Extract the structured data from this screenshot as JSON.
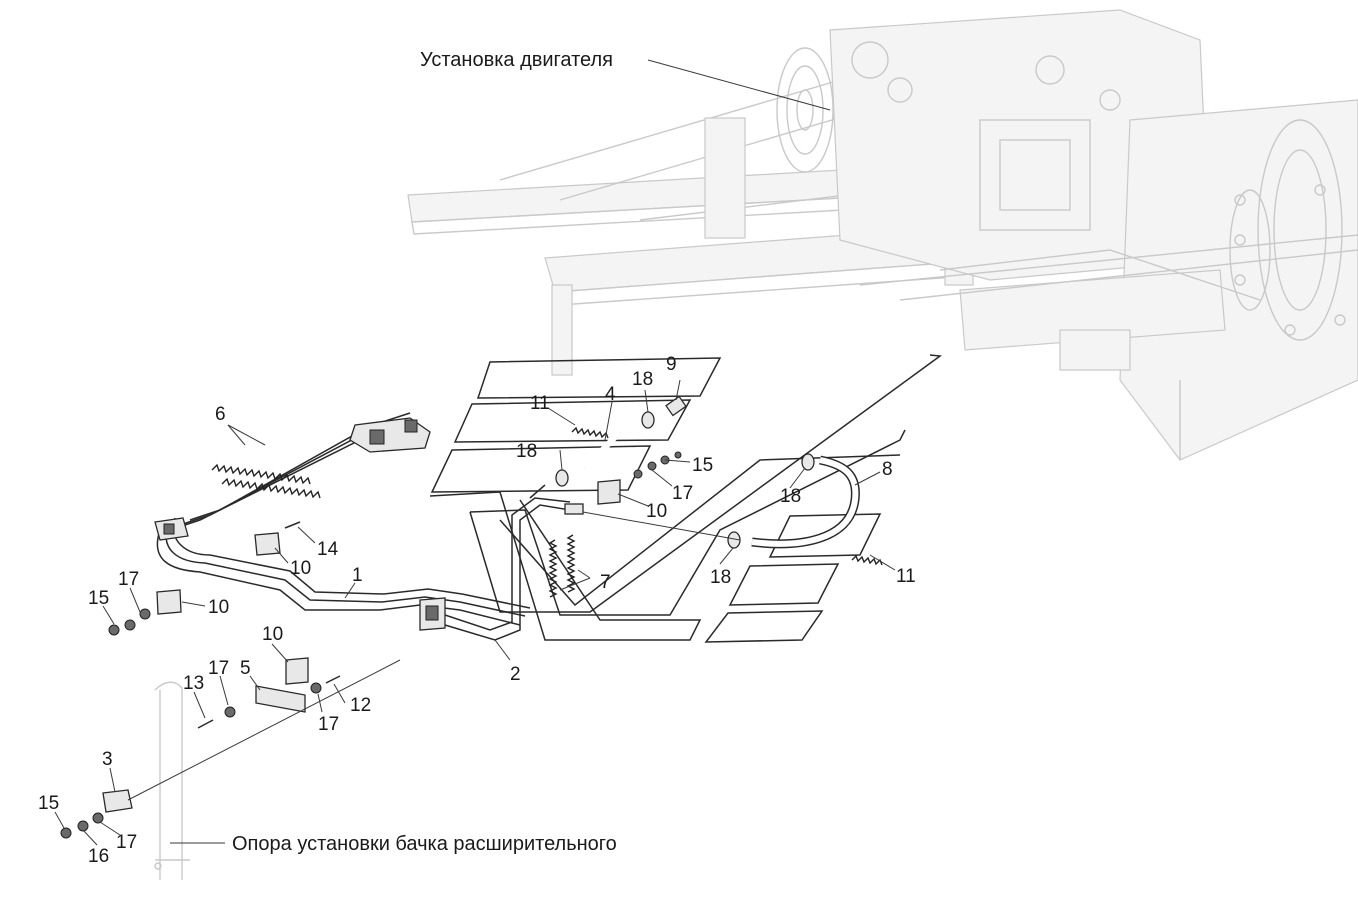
{
  "captions": {
    "engine": "Установка двигателя",
    "tank_support": "Опора установки бачка расширительного"
  },
  "callouts": {
    "c1": "1",
    "c2": "2",
    "c3": "3",
    "c4": "4",
    "c5": "5",
    "c6": "6",
    "c7": "7",
    "c8": "8",
    "c9": "9",
    "c10a": "10",
    "c10b": "10",
    "c10c": "10",
    "c10d": "10",
    "c11a": "11",
    "c11b": "11",
    "c12": "12",
    "c13": "13",
    "c14": "14",
    "c15a": "15",
    "c15b": "15",
    "c15c": "15",
    "c16": "16",
    "c17a": "17",
    "c17b": "17",
    "c17c": "17",
    "c17d": "17",
    "c17e": "17",
    "c18a": "18",
    "c18b": "18",
    "c18c": "18",
    "c18d": "18"
  },
  "colors": {
    "line": "#2a2a2a",
    "background_drawing": "#c9c9c9",
    "text": "#1a1a1a"
  }
}
